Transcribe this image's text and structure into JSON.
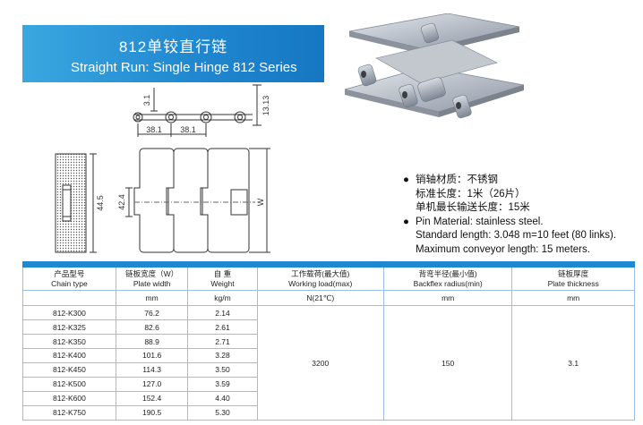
{
  "banner": {
    "title_cn": "812单铰直行链",
    "title_en": "Straight Run: Single Hinge 812 Series"
  },
  "drawing_labels": {
    "thickness": "3.1",
    "pitch_a": "38.1",
    "pitch_b": "38.1",
    "height": "13.13",
    "side_width": "44.5",
    "front_width": "42.4",
    "width_symbol": "W"
  },
  "specs": {
    "cn": [
      "销轴材质：不锈钢",
      "标准长度：1米（26片）",
      "单机最长输送长度：15米"
    ],
    "en": [
      "Pin Material: stainless steel.",
      "Standard length: 3.048 m=10 feet (80 links).",
      "Maximum conveyor length: 15 meters."
    ]
  },
  "table": {
    "headers": [
      {
        "cn": "产品型号",
        "en": "Chain type"
      },
      {
        "cn": "链板宽度（W）",
        "en": "Plate width"
      },
      {
        "cn": "自  重",
        "en": "Weight"
      },
      {
        "cn": "工作载荷(最大值)",
        "en": "Working load(max)"
      },
      {
        "cn": "背弯半径(最小值)",
        "en": "Backflex radius(min)"
      },
      {
        "cn": "链板厚度",
        "en": "Plate thickness"
      }
    ],
    "units": [
      "",
      "mm",
      "kg/m",
      "N(21℃)",
      "mm",
      "mm"
    ],
    "rows": [
      {
        "type": "812-K300",
        "width": "76.2",
        "weight": "2.14"
      },
      {
        "type": "812-K325",
        "width": "82.6",
        "weight": "2.61"
      },
      {
        "type": "812-K350",
        "width": "88.9",
        "weight": "2.71"
      },
      {
        "type": "812-K400",
        "width": "101.6",
        "weight": "3.28"
      },
      {
        "type": "812-K450",
        "width": "114.3",
        "weight": "3.50"
      },
      {
        "type": "812-K500",
        "width": "127.0",
        "weight": "3.59"
      },
      {
        "type": "812-K600",
        "width": "152.4",
        "weight": "4.40"
      },
      {
        "type": "812-K750",
        "width": "190.5",
        "weight": "5.30"
      }
    ],
    "merged": {
      "working_load": "3200",
      "backflex_radius": "150",
      "plate_thickness": "3.1"
    }
  },
  "colors": {
    "banner": "#1f86cf",
    "table_border": "#9bc0df"
  }
}
